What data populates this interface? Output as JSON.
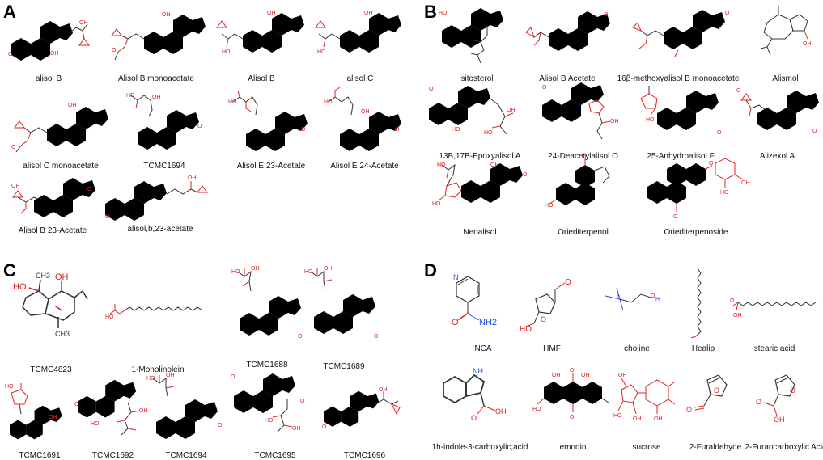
{
  "panels": [
    {
      "letter": "A",
      "molecules": [
        {
          "name": "alisol B"
        },
        {
          "name": "Alisol B monoacetate"
        },
        {
          "name": "Alisol B"
        },
        {
          "name": "alisol C"
        },
        {
          "name": "alisol C monoacetate"
        },
        {
          "name": "TCMC1694"
        },
        {
          "name": "Alisol E 23-Acetate"
        },
        {
          "name": "Alisol E 24-Acetate"
        },
        {
          "name": "Alisol B 23-Acetate"
        },
        {
          "name": "alisol,b,23-acetate"
        }
      ]
    },
    {
      "letter": "B",
      "molecules": [
        {
          "name": "sitosterol"
        },
        {
          "name": "Alisol B Acetate"
        },
        {
          "name": "16β-methoxyalisol B monoacetate"
        },
        {
          "name": "Alismol"
        },
        {
          "name": "13B,17B-Epoxyalisol A"
        },
        {
          "name": "24-Deacetylalisol O"
        },
        {
          "name": "25-Anhydroalisol F"
        },
        {
          "name": "Alizexol A"
        },
        {
          "name": "Neoalisol"
        },
        {
          "name": "Oriediterpenol"
        },
        {
          "name": "Oriediterpenoside"
        }
      ]
    },
    {
      "letter": "C",
      "molecules": [
        {
          "name": "TCMC4823"
        },
        {
          "name": "1-Monolinolein"
        },
        {
          "name": "TCMC1688"
        },
        {
          "name": "TCMC1689"
        },
        {
          "name": "TCMC1691"
        },
        {
          "name": "TCMC1692"
        },
        {
          "name": "TCMC1694"
        },
        {
          "name": "TCMC1695"
        },
        {
          "name": "TCMC1696"
        }
      ]
    },
    {
      "letter": "D",
      "molecules": [
        {
          "name": "NCA"
        },
        {
          "name": "HMF"
        },
        {
          "name": "choline"
        },
        {
          "name": "Healip"
        },
        {
          "name": "stearic acid"
        },
        {
          "name": "1h-indole-3-carboxylic,acid"
        },
        {
          "name": "emodin"
        },
        {
          "name": "sucrose"
        },
        {
          "name": "2-Furaldehyde"
        },
        {
          "name": "2-Furancarboxylic Acid"
        }
      ]
    }
  ],
  "colors": {
    "oxygen": "#e02020",
    "nitrogen": "#2b4fd6",
    "bond": "#333333"
  },
  "atoms": {
    "oxygen": "O",
    "hydroxyl": "OH",
    "hydroxyl_left": "HO",
    "nitrogen": "N",
    "nh": "NH",
    "amine": "NH2",
    "methyl": "CH3",
    "hydrogen": "H",
    "cation": "+"
  }
}
